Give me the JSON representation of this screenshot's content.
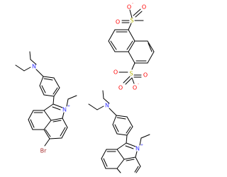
{
  "colors": {
    "background": "#ffffff",
    "bond": "#000000",
    "carbon": "#000000",
    "nitrogen": "#3333ff",
    "sulfur": "#b3b300",
    "oxygen": "#ff0000",
    "bromine": "#a52a2a"
  },
  "atom_labels": {
    "nitrogen": "N",
    "nitrogen_charge": "+",
    "sulfur": "S",
    "oxygen": "O",
    "oxygen_charge": "-",
    "bromine": "Br"
  }
}
